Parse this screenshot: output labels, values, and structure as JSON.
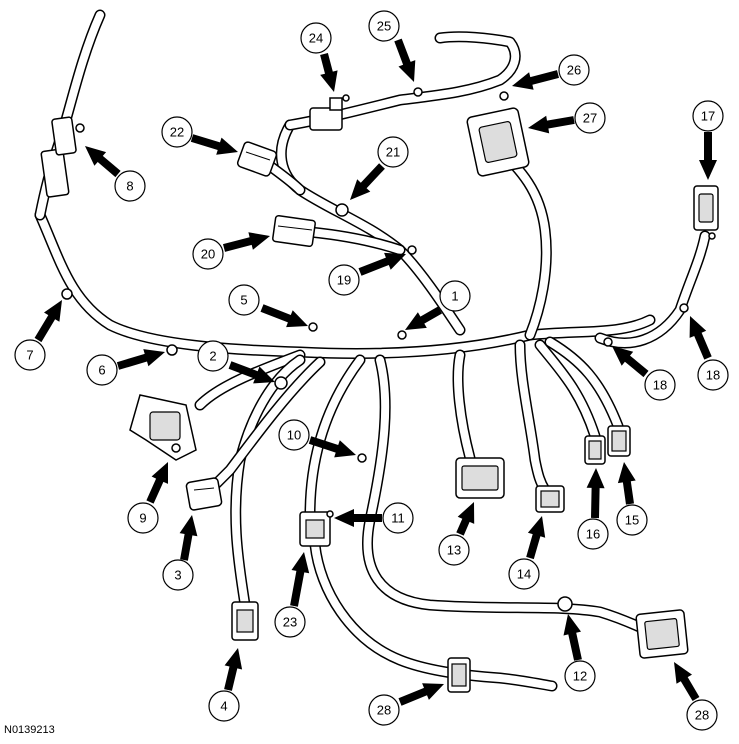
{
  "figure_id": "N0139213",
  "callouts": [
    {
      "id": "c1",
      "label": "1"
    },
    {
      "id": "c2",
      "label": "2"
    },
    {
      "id": "c3",
      "label": "3"
    },
    {
      "id": "c4",
      "label": "4"
    },
    {
      "id": "c5",
      "label": "5"
    },
    {
      "id": "c6",
      "label": "6"
    },
    {
      "id": "c7",
      "label": "7"
    },
    {
      "id": "c8",
      "label": "8"
    },
    {
      "id": "c9",
      "label": "9"
    },
    {
      "id": "c10",
      "label": "10"
    },
    {
      "id": "c11",
      "label": "11"
    },
    {
      "id": "c12",
      "label": "12"
    },
    {
      "id": "c13",
      "label": "13"
    },
    {
      "id": "c14",
      "label": "14"
    },
    {
      "id": "c15",
      "label": "15"
    },
    {
      "id": "c16",
      "label": "16"
    },
    {
      "id": "c17",
      "label": "17"
    },
    {
      "id": "c18a",
      "label": "18"
    },
    {
      "id": "c18b",
      "label": "18"
    },
    {
      "id": "c19",
      "label": "19"
    },
    {
      "id": "c20",
      "label": "20"
    },
    {
      "id": "c21",
      "label": "21"
    },
    {
      "id": "c22",
      "label": "22"
    },
    {
      "id": "c23",
      "label": "23"
    },
    {
      "id": "c24",
      "label": "24"
    },
    {
      "id": "c25",
      "label": "25"
    },
    {
      "id": "c26",
      "label": "26"
    },
    {
      "id": "c27",
      "label": "27"
    },
    {
      "id": "c28a",
      "label": "28"
    },
    {
      "id": "c28b",
      "label": "28"
    }
  ]
}
